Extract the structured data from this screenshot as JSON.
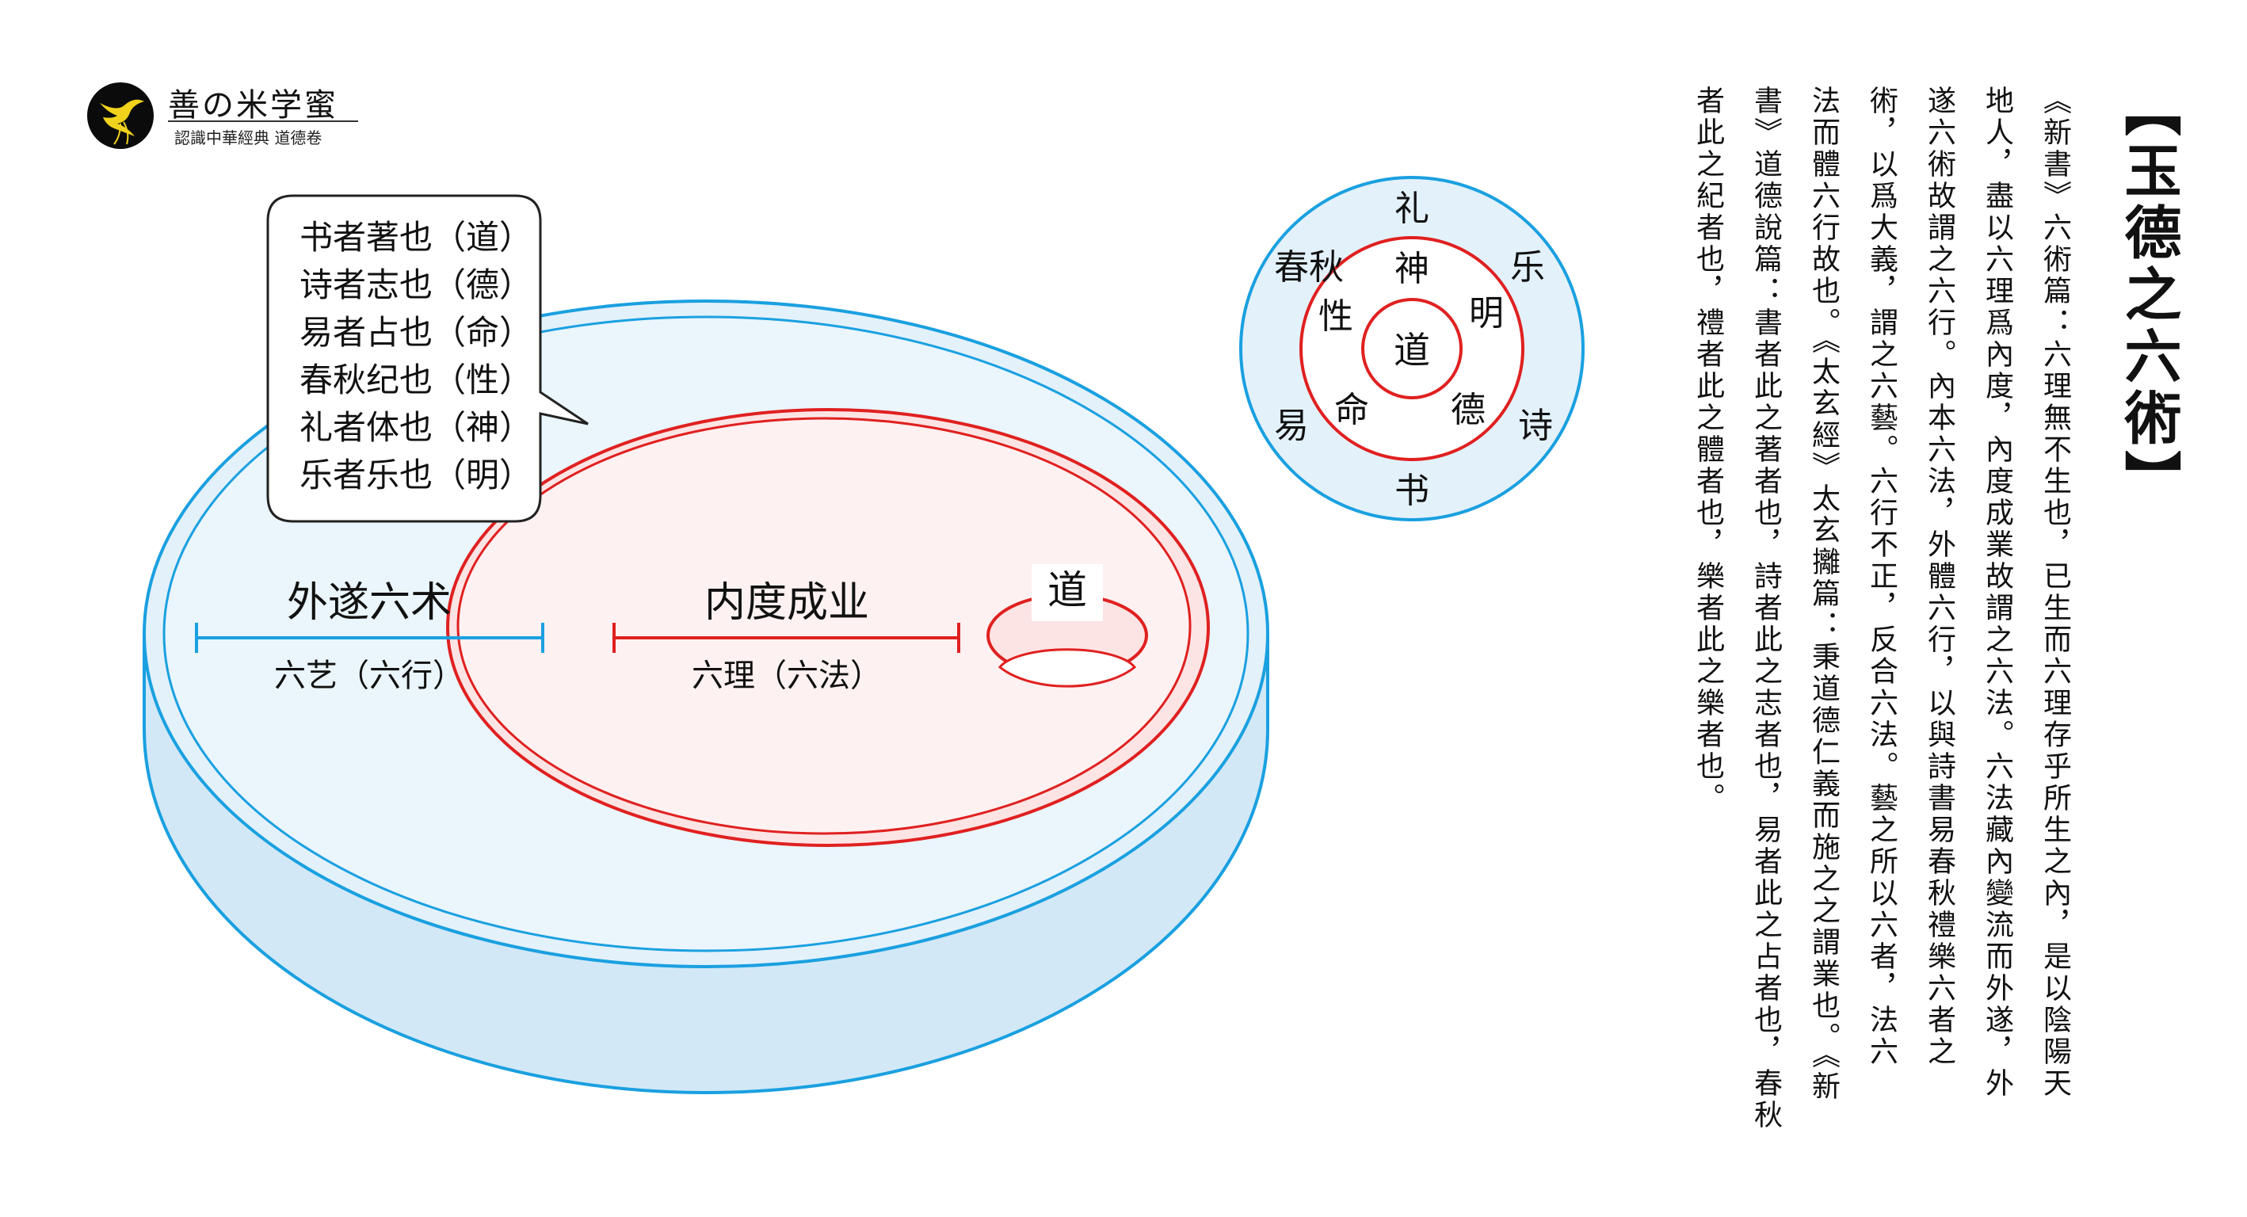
{
  "logo": {
    "title": "善の米学蜜",
    "subtitle": "認識中華經典 道德卷"
  },
  "diagram": {
    "outer_label": "外遂六术",
    "outer_sub": "六艺（六行）",
    "inner_label": "内度成业",
    "inner_sub": "六理（六法）",
    "core_label": "道",
    "bubble_lines": [
      "书者著也（道）",
      "诗者志也（德）",
      "易者占也（命）",
      "春秋纪也（性）",
      "礼者体也（神）",
      "乐者乐也（明）"
    ]
  },
  "small_circle": {
    "center": "道",
    "inner": [
      "神",
      "明",
      "德",
      "命",
      "性"
    ],
    "outer": [
      "礼",
      "乐",
      "诗",
      "书",
      "易",
      "春秋"
    ]
  },
  "article": {
    "title": "【玉德之六術】",
    "columns": [
      "《新書》六術篇：六理無不生也，已生而六理存乎所生之內，是以陰陽天",
      "地人，盡以六理爲內度，內度成業故謂之六法。六法藏內變流而外遂，外",
      "遂六術故謂之六行。內本六法，外體六行，以與詩書易春秋禮樂六者之",
      "術，以爲大義，謂之六藝。六行不正，反合六法。藝之所以六者，法六",
      "法而體六行故也。《太玄經》太玄攡篇：秉道德仁義而施之之謂業也。《新",
      "書》道德說篇：書者此之著者也，詩者此之志者也，易者此之占者也，春秋",
      "者此之紀者也，禮者此之體者也，樂者此之樂者也。"
    ]
  },
  "colors": {
    "blue_stroke": "#1aa0e0",
    "blue_fill": "#e3f1fb",
    "blue_side": "#d2e8f7",
    "red_stroke": "#e02020",
    "red_fill": "#fde4e4"
  }
}
